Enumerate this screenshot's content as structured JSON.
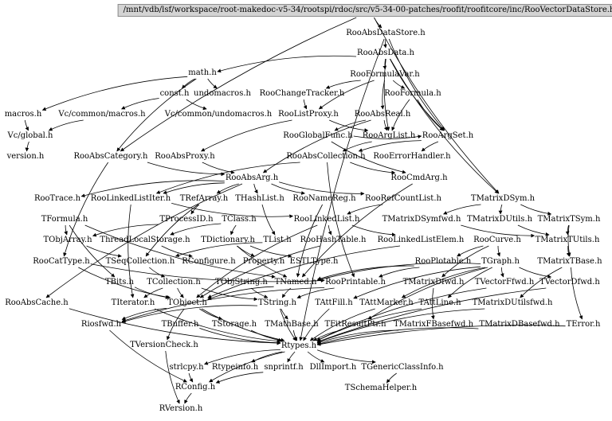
{
  "diagram": {
    "root": "/mnt/vdb/lsf/workspace/root-makedoc-v5-34/rootspi/rdoc/src/v5-34-00-patches/roofit/roofitcore/inc/RooVectorDataStore.h",
    "nodes": {
      "RooAbsDataStore": "RooAbsDataStore.h",
      "RooAbsData": "RooAbsData.h",
      "math": "math.h",
      "RooFormulaVar": "RooFormulaVar.h",
      "const": "const.h",
      "undomacros": "undomacros.h",
      "RooChangeTracker": "RooChangeTracker.h",
      "RooFormula": "RooFormula.h",
      "macros": "macros.h",
      "VcCommonMacros": "Vc/common/macros.h",
      "VcCommonUndomacros": "Vc/common/undomacros.h",
      "RooListProxy": "RooListProxy.h",
      "RooAbsReal": "RooAbsReal.h",
      "VcGlobal": "Vc/global.h",
      "RooGlobalFunc": "RooGlobalFunc.h",
      "RooArgList": "RooArgList.h",
      "RooArgSet": "RooArgSet.h",
      "version": "version.h",
      "RooAbsCategory": "RooAbsCategory.h",
      "RooAbsProxy": "RooAbsProxy.h",
      "RooAbsCollection": "RooAbsCollection.h",
      "RooErrorHandler": "RooErrorHandler.h",
      "RooAbsArg": "RooAbsArg.h",
      "RooCmdArg": "RooCmdArg.h",
      "RooTrace": "RooTrace.h",
      "RooLinkedListIter": "RooLinkedListIter.h",
      "TRefArray": "TRefArray.h",
      "THashList": "THashList.h",
      "RooNameReg": "RooNameReg.h",
      "RooRefCountList": "RooRefCountList.h",
      "TMatrixDSym": "TMatrixDSym.h",
      "TFormula": "TFormula.h",
      "TProcessID": "TProcessID.h",
      "TClass": "TClass.h",
      "RooLinkedList": "RooLinkedList.h",
      "TMatrixDSymfwd": "TMatrixDSymfwd.h",
      "TMatrixDUtils": "TMatrixDUtils.h",
      "TMatrixTSym": "TMatrixTSym.h",
      "TObjArray": "TObjArray.h",
      "ThreadLocalStorage": "ThreadLocalStorage.h",
      "TDictionary": "TDictionary.h",
      "TList": "TList.h",
      "RooHashTable": "RooHashTable.h",
      "RooLinkedListElem": "RooLinkedListElem.h",
      "RooCurve": "RooCurve.h",
      "TMatrixTUtils": "TMatrixTUtils.h",
      "RooCatType": "RooCatType.h",
      "TSeqCollection": "TSeqCollection.h",
      "RConfigure": "RConfigure.h",
      "Property": "Property.h",
      "ESTLType": "ESTLType.h",
      "RooPlotable": "RooPlotable.h",
      "TGraph": "TGraph.h",
      "TMatrixTBase": "TMatrixTBase.h",
      "TBits": "TBits.h",
      "TCollection": "TCollection.h",
      "TObjString": "TObjString.h",
      "TNamed": "TNamed.h",
      "RooPrintable": "RooPrintable.h",
      "TMatrixDfwd": "TMatrixDfwd.h",
      "TVectorFfwd": "TVectorFfwd.h",
      "TVectorDfwd": "TVectorDfwd.h",
      "RooAbsCache": "RooAbsCache.h",
      "TIterator": "TIterator.h",
      "TObject": "TObject.h",
      "TString": "TString.h",
      "TAttFill": "TAttFill.h",
      "TAttMarker": "TAttMarker.h",
      "TAttLine": "TAttLine.h",
      "TMatrixDUtilsfwd": "TMatrixDUtilsfwd.h",
      "Riosfwd": "Riosfwd.h",
      "TBuffer": "TBuffer.h",
      "TStorage": "TStorage.h",
      "TMathBase": "TMathBase.h",
      "TFitResultPtr": "TFitResultPtr.h",
      "TMatrixFBasefwd": "TMatrixFBasefwd.h",
      "TMatrixDBasefwd": "TMatrixDBasefwd.h",
      "TError": "TError.h",
      "TVersionCheck": "TVersionCheck.h",
      "Rtypes": "Rtypes.h",
      "strlcpy": "strlcpy.h",
      "Rtypeinfo": "Rtypeinfo.h",
      "snprintf": "snprintf.h",
      "DllImport": "DllImport.h",
      "TGenericClassInfo": "TGenericClassInfo.h",
      "RConfig": "RConfig.h",
      "TSchemaHelper": "TSchemaHelper.h",
      "RVersion": "RVersion.h"
    },
    "edges": [
      [
        "root",
        "RooAbsDataStore"
      ],
      [
        "root",
        "TMatrixDSym"
      ],
      [
        "root",
        "RooAbsCategory"
      ],
      [
        "RooAbsDataStore",
        "RooAbsData"
      ],
      [
        "RooAbsDataStore",
        "RooArgSet"
      ],
      [
        "RooAbsDataStore",
        "Rtypes"
      ],
      [
        "RooAbsData",
        "math"
      ],
      [
        "RooAbsData",
        "RooFormulaVar"
      ],
      [
        "RooAbsData",
        "RooArgList"
      ],
      [
        "RooAbsData",
        "TMatrixDSym"
      ],
      [
        "RooAbsData",
        "RooArgSet"
      ],
      [
        "math",
        "const"
      ],
      [
        "math",
        "undomacros"
      ],
      [
        "math",
        "macros"
      ],
      [
        "math",
        "RooAbsCategory"
      ],
      [
        "RooFormulaVar",
        "RooChangeTracker"
      ],
      [
        "RooFormulaVar",
        "RooFormula"
      ],
      [
        "RooFormulaVar",
        "RooListProxy"
      ],
      [
        "RooFormulaVar",
        "RooAbsReal"
      ],
      [
        "const",
        "VcCommonMacros"
      ],
      [
        "const",
        "VcCommonUndomacros"
      ],
      [
        "macros",
        "VcGlobal"
      ],
      [
        "VcCommonMacros",
        "VcGlobal"
      ],
      [
        "VcGlobal",
        "version"
      ],
      [
        "RooChangeTracker",
        "RooListProxy"
      ],
      [
        "RooFormula",
        "RooArgList"
      ],
      [
        "RooFormula",
        "RooArgSet"
      ],
      [
        "RooListProxy",
        "RooAbsProxy"
      ],
      [
        "RooListProxy",
        "RooArgList"
      ],
      [
        "RooAbsReal",
        "RooGlobalFunc"
      ],
      [
        "RooAbsReal",
        "RooArgList"
      ],
      [
        "RooAbsReal",
        "RooAbsArg"
      ],
      [
        "RooArgList",
        "RooAbsCollection"
      ],
      [
        "RooArgSet",
        "RooAbsCollection"
      ],
      [
        "RooArgSet",
        "RooErrorHandler"
      ],
      [
        "RooGlobalFunc",
        "RooCmdArg"
      ],
      [
        "RooGlobalFunc",
        "RooArgSet"
      ],
      [
        "RooAbsCategory",
        "RooAbsArg"
      ],
      [
        "RooAbsCategory",
        "RooCatType"
      ],
      [
        "RooAbsProxy",
        "RooAbsArg"
      ],
      [
        "RooAbsCollection",
        "RooCmdArg"
      ],
      [
        "RooAbsCollection",
        "RooLinkedListIter"
      ],
      [
        "RooAbsCollection",
        "RooPrintable"
      ],
      [
        "RooAbsArg",
        "RooTrace"
      ],
      [
        "RooAbsArg",
        "TRefArray"
      ],
      [
        "RooAbsArg",
        "THashList"
      ],
      [
        "RooAbsArg",
        "RooNameReg"
      ],
      [
        "RooAbsArg",
        "RooRefCountList"
      ],
      [
        "RooAbsArg",
        "RooAbsCache"
      ],
      [
        "RooAbsArg",
        "RooLinkedListIter"
      ],
      [
        "RooCmdArg",
        "TNamed"
      ],
      [
        "RooLinkedListIter",
        "TIterator"
      ],
      [
        "RooLinkedListIter",
        "RooLinkedList"
      ],
      [
        "TRefArray",
        "TProcessID"
      ],
      [
        "TRefArray",
        "TSeqCollection"
      ],
      [
        "THashList",
        "TList"
      ],
      [
        "RooNameReg",
        "TNamed"
      ],
      [
        "RooRefCountList",
        "RooLinkedList"
      ],
      [
        "TMatrixDSym",
        "TMatrixDSymfwd"
      ],
      [
        "TMatrixDSym",
        "TMatrixDUtils"
      ],
      [
        "TMatrixDSym",
        "TMatrixTSym"
      ],
      [
        "TFormula",
        "TObjArray"
      ],
      [
        "TFormula",
        "TBits"
      ],
      [
        "TFormula",
        "TNamed"
      ],
      [
        "TProcessID",
        "TObjArray"
      ],
      [
        "TClass",
        "TDictionary"
      ],
      [
        "TClass",
        "ThreadLocalStorage"
      ],
      [
        "RooLinkedList",
        "RooHashTable"
      ],
      [
        "RooLinkedList",
        "RooLinkedListElem"
      ],
      [
        "RooLinkedList",
        "TObject"
      ],
      [
        "TMatrixDSymfwd",
        "TMatrixTUtils"
      ],
      [
        "TMatrixDUtils",
        "TMatrixTUtils"
      ],
      [
        "TMatrixTSym",
        "TMatrixTBase"
      ],
      [
        "TMatrixTSym",
        "TMatrixTUtils"
      ],
      [
        "TObjArray",
        "TSeqCollection"
      ],
      [
        "ThreadLocalStorage",
        "RConfigure"
      ],
      [
        "TDictionary",
        "Property"
      ],
      [
        "TDictionary",
        "ESTLType"
      ],
      [
        "TDictionary",
        "TNamed"
      ],
      [
        "TList",
        "TSeqCollection"
      ],
      [
        "RooHashTable",
        "TObject"
      ],
      [
        "RooLinkedListElem",
        "TObject"
      ],
      [
        "RooCurve",
        "TGraph"
      ],
      [
        "RooCurve",
        "RooPlotable"
      ],
      [
        "RooCurve",
        "TMatrixDfwd"
      ],
      [
        "TMatrixTUtils",
        "TMatrixTBase"
      ],
      [
        "RooCatType",
        "TObject"
      ],
      [
        "RooCatType",
        "RooPrintable"
      ],
      [
        "TSeqCollection",
        "TCollection"
      ],
      [
        "RooPlotable",
        "RooPrintable"
      ],
      [
        "RooPlotable",
        "TNamed"
      ],
      [
        "TGraph",
        "TNamed"
      ],
      [
        "TGraph",
        "TAttFill"
      ],
      [
        "TGraph",
        "TAttMarker"
      ],
      [
        "TGraph",
        "TAttLine"
      ],
      [
        "TGraph",
        "TVectorFfwd"
      ],
      [
        "TGraph",
        "TVectorDfwd"
      ],
      [
        "TGraph",
        "TFitResultPtr"
      ],
      [
        "TMatrixTBase",
        "TMatrixDUtilsfwd"
      ],
      [
        "TMatrixTBase",
        "TError"
      ],
      [
        "TBits",
        "TObject"
      ],
      [
        "TCollection",
        "TObject"
      ],
      [
        "TCollection",
        "TIterator"
      ],
      [
        "TCollection",
        "TString"
      ],
      [
        "TObjString",
        "TString"
      ],
      [
        "TNamed",
        "TString"
      ],
      [
        "TNamed",
        "TObject"
      ],
      [
        "RooPrintable",
        "TString"
      ],
      [
        "RooPrintable",
        "Riosfwd"
      ],
      [
        "TMatrixDfwd",
        "TMatrixFBasefwd"
      ],
      [
        "TVectorFfwd",
        "Rtypes"
      ],
      [
        "TVectorDfwd",
        "Rtypes"
      ],
      [
        "RooAbsCache",
        "Rtypes"
      ],
      [
        "TIterator",
        "Rtypes"
      ],
      [
        "TObject",
        "Riosfwd"
      ],
      [
        "TObject",
        "TStorage"
      ],
      [
        "TObject",
        "TVersionCheck"
      ],
      [
        "TObject",
        "Rtypes"
      ],
      [
        "TString",
        "TMathBase"
      ],
      [
        "TString",
        "Riosfwd"
      ],
      [
        "TString",
        "Rtypes"
      ],
      [
        "TAttFill",
        "Rtypes"
      ],
      [
        "TAttMarker",
        "Rtypes"
      ],
      [
        "TAttLine",
        "Rtypes"
      ],
      [
        "TMatrixDUtilsfwd",
        "Rtypes"
      ],
      [
        "Riosfwd",
        "RConfig"
      ],
      [
        "TBuffer",
        "Rtypes"
      ],
      [
        "TStorage",
        "Rtypes"
      ],
      [
        "TMathBase",
        "Rtypes"
      ],
      [
        "TFitResultPtr",
        "Rtypes"
      ],
      [
        "TMatrixFBasefwd",
        "Rtypes"
      ],
      [
        "TMatrixDBasefwd",
        "Rtypes"
      ],
      [
        "TError",
        "Rtypes"
      ],
      [
        "TVersionCheck",
        "RVersion"
      ],
      [
        "Rtypes",
        "strlcpy"
      ],
      [
        "Rtypes",
        "Rtypeinfo"
      ],
      [
        "Rtypes",
        "snprintf"
      ],
      [
        "Rtypes",
        "DllImport"
      ],
      [
        "Rtypes",
        "TGenericClassInfo"
      ],
      [
        "Rtypes",
        "RConfig"
      ],
      [
        "strlcpy",
        "RConfig"
      ],
      [
        "snprintf",
        "RConfig"
      ],
      [
        "TGenericClassInfo",
        "TSchemaHelper"
      ],
      [
        "RConfig",
        "RVersion"
      ]
    ]
  }
}
